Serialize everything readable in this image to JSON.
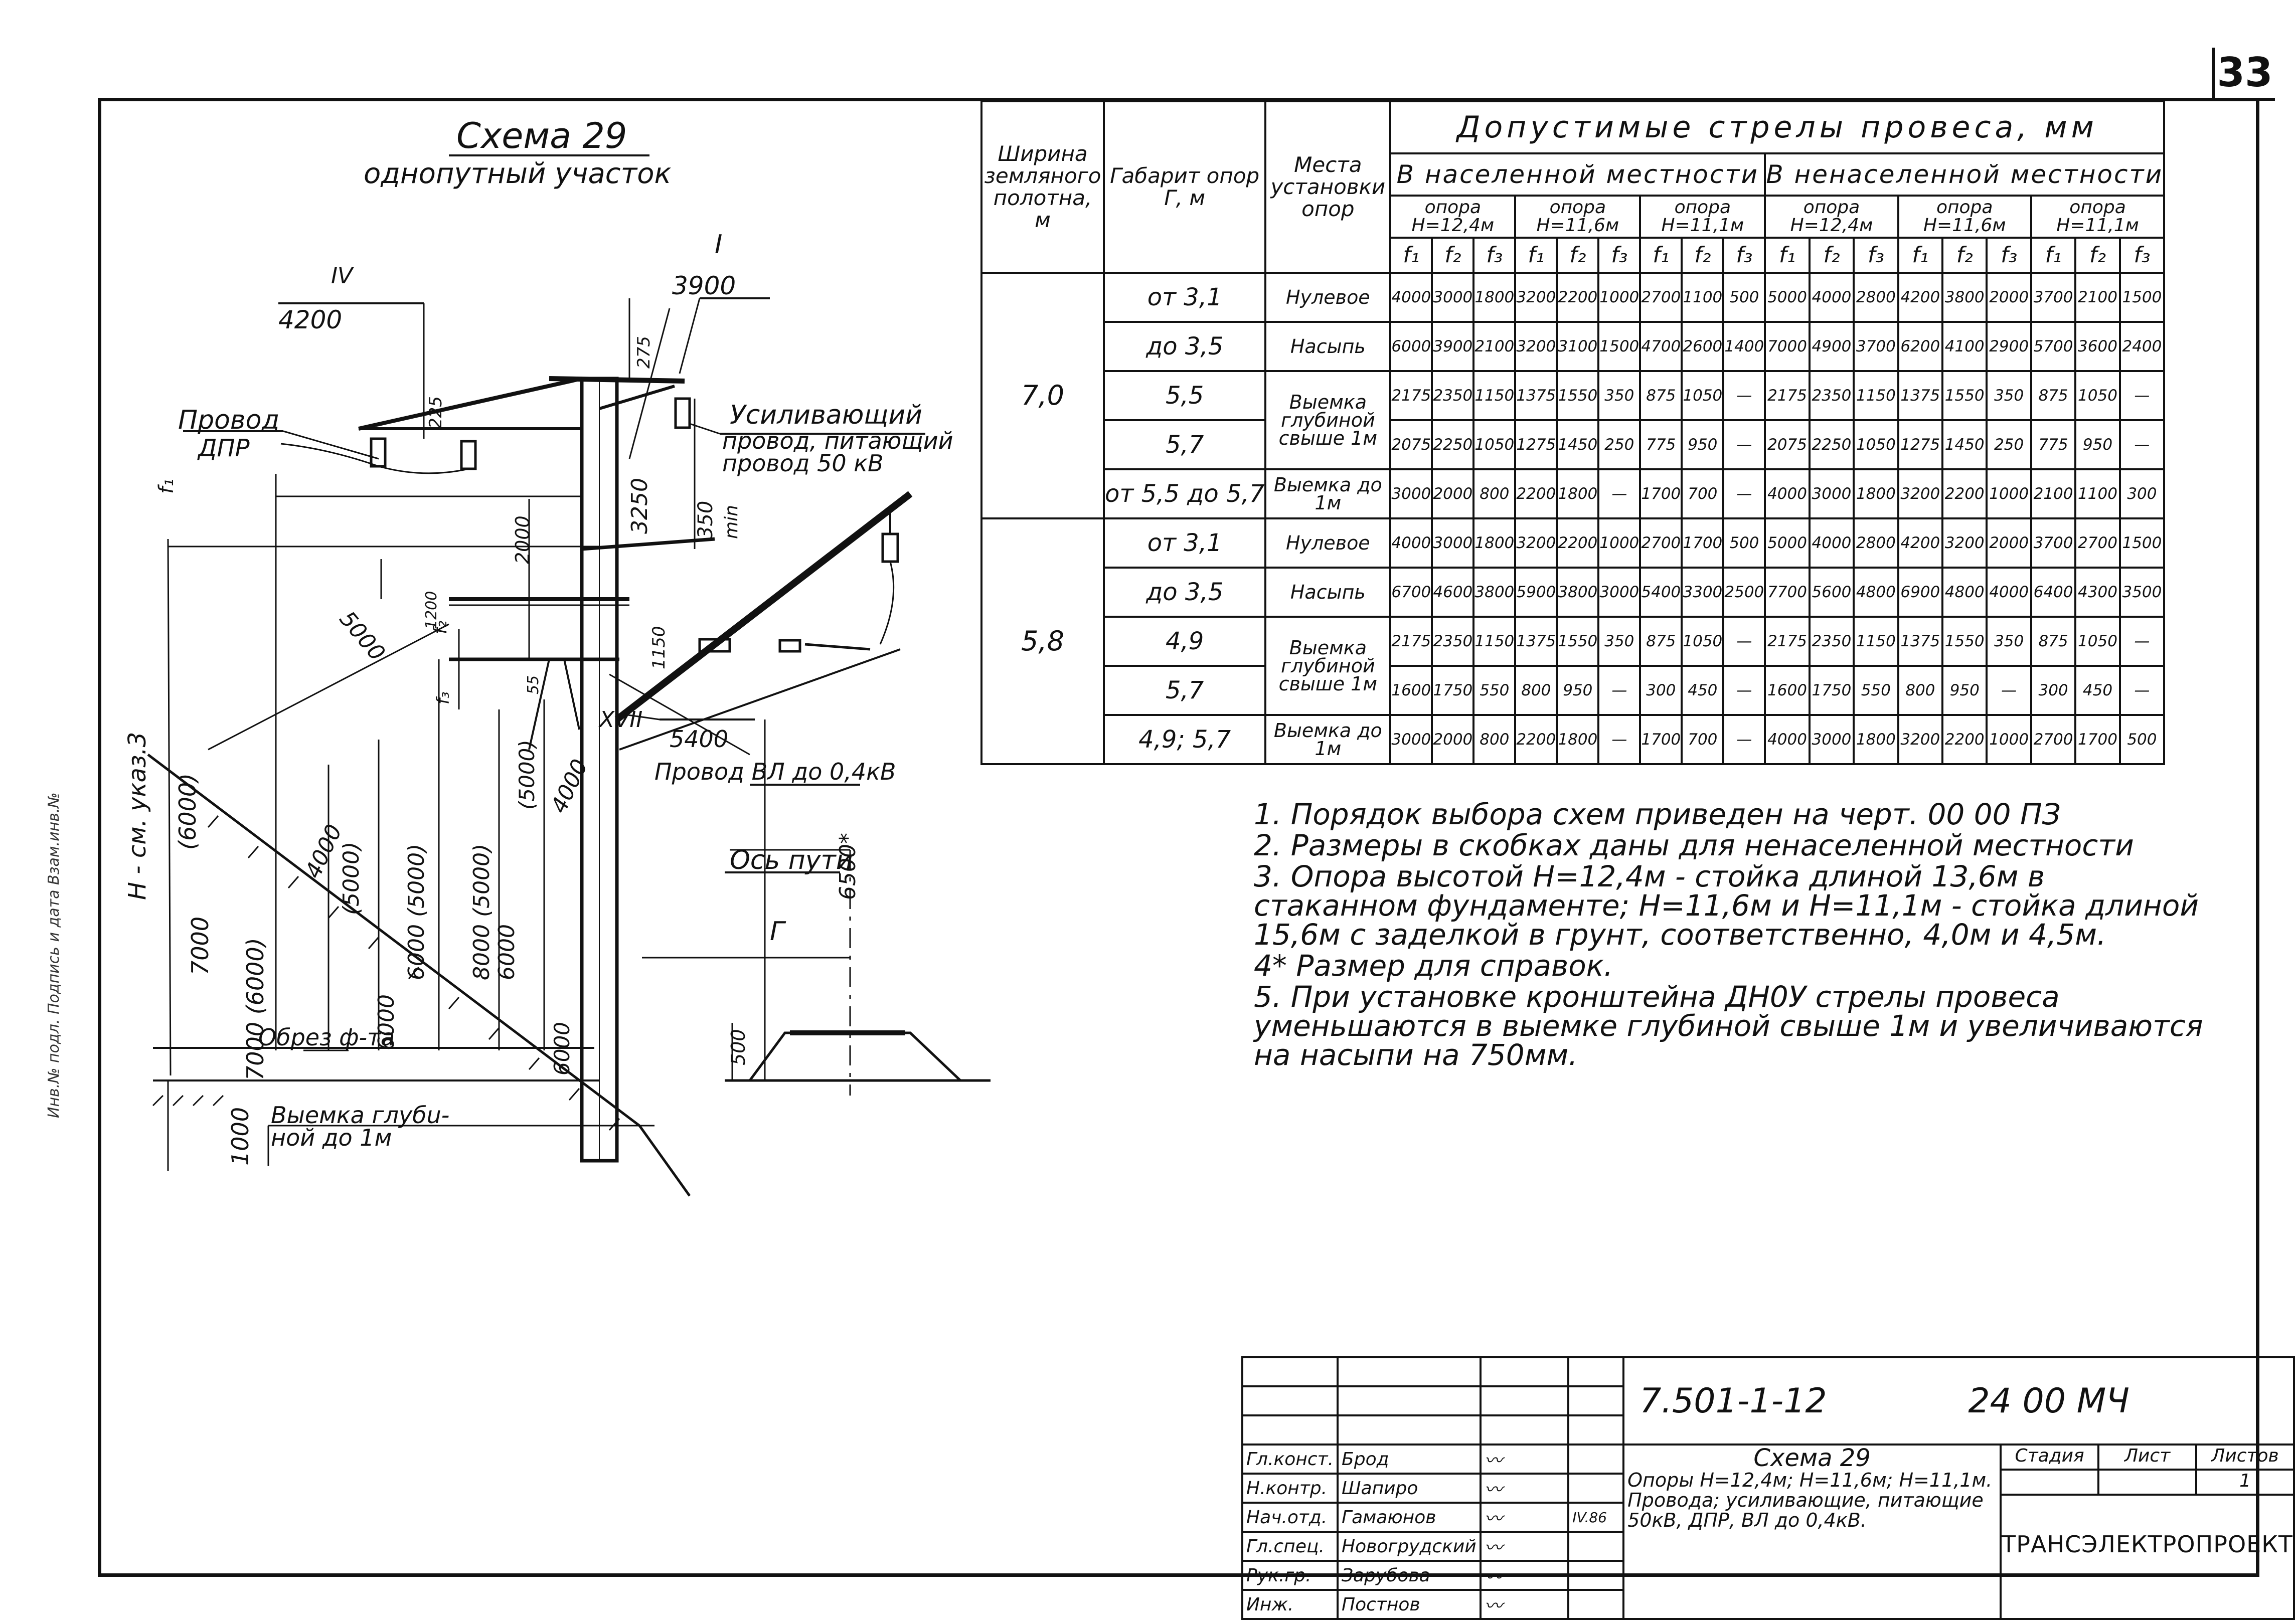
{
  "page_number": "33",
  "scheme": {
    "title": "Схема 29",
    "subtitle": "однопутный участок"
  },
  "drawing": {
    "labels": {
      "I": "I",
      "I_dim": "3900",
      "IV": "IV",
      "IV_dim": "4200",
      "XVII": "XVII",
      "XVII_dim": "5400",
      "provod": "Провод",
      "dpr": "ДПР",
      "usil1": "Усиливающий",
      "usil2": "провод, питающий",
      "usil3": "провод 50 кВ",
      "vl": "Провод ВЛ до 0,4кВ",
      "os_puti": "Ось пути",
      "obrez": "Обрез ф-та",
      "vyemka1": "Выемка глубu-",
      "vyemka2": "ной до 1м",
      "h_label": "H - см. указ.3",
      "f1": "f₁",
      "f2": "f₂",
      "f3": "f₃",
      "gamma": "Г"
    },
    "dims": {
      "d225": "225",
      "d275": "275",
      "d3250": "3250",
      "d350": "350",
      "d_min": "min",
      "d2000": "2000",
      "d1200": "1200",
      "d1150": "1150",
      "d55": "55",
      "d5000": "5000",
      "d6000p": "(6000)",
      "d7000": "7000",
      "d7000b": "7000 (6000)",
      "d4000": "4000",
      "d5000p": "(5000)",
      "d6000a": "6000",
      "d6000_5000": "6000 (5000)",
      "d8000_5000": "8000 (5000)",
      "d5000p2": "(5000)",
      "d4000b": "4000",
      "d6000b": "6000",
      "d6000c": "6000",
      "d6500": "6500*",
      "d500": "500",
      "d1000": "1000"
    }
  },
  "table": {
    "h_width": "Ширина земляного полотна, м",
    "h_gabarit": "Габарит опор Г, м",
    "h_mesto": "Места установки опор",
    "h_title": "Допустимые стрелы провеса, мм",
    "h_nas": "В населенной местности",
    "h_nenas": "В ненаселенной местности",
    "supports": [
      "опора H=12,4м",
      "опора H=11,6м",
      "опора H=11,1м",
      "опора H=12,4м",
      "опора H=11,6м",
      "опора H=11,1м"
    ],
    "f_labels": [
      "f₁",
      "f₂",
      "f₃"
    ],
    "groups": [
      {
        "width": "7,0",
        "rows": [
          {
            "gab": "от 3,1",
            "mesto": "Нулевое",
            "v": [
              "4000",
              "3000",
              "1800",
              "3200",
              "2200",
              "1000",
              "2700",
              "1100",
              "500",
              "5000",
              "4000",
              "2800",
              "4200",
              "3800",
              "2000",
              "3700",
              "2100",
              "1500"
            ]
          },
          {
            "gab": "до 3,5",
            "mesto": "Насыпь",
            "v": [
              "6000",
              "3900",
              "2100",
              "3200",
              "3100",
              "1500",
              "4700",
              "2600",
              "1400",
              "7000",
              "4900",
              "3700",
              "6200",
              "4100",
              "2900",
              "5700",
              "3600",
              "2400"
            ]
          },
          {
            "gab": "5,5",
            "mesto": "Выемка глубиной свыше 1м",
            "v": [
              "2175",
              "2350",
              "1150",
              "1375",
              "1550",
              "350",
              "875",
              "1050",
              "—",
              "2175",
              "2350",
              "1150",
              "1375",
              "1550",
              "350",
              "875",
              "1050",
              "—"
            ]
          },
          {
            "gab": "5,7",
            "mesto": "",
            "v": [
              "2075",
              "2250",
              "1050",
              "1275",
              "1450",
              "250",
              "775",
              "950",
              "—",
              "2075",
              "2250",
              "1050",
              "1275",
              "1450",
              "250",
              "775",
              "950",
              "—"
            ]
          },
          {
            "gab": "от 5,5 до 5,7",
            "mesto": "Выемка до 1м",
            "v": [
              "3000",
              "2000",
              "800",
              "2200",
              "1800",
              "—",
              "1700",
              "700",
              "—",
              "4000",
              "3000",
              "1800",
              "3200",
              "2200",
              "1000",
              "2100",
              "1100",
              "300"
            ]
          }
        ]
      },
      {
        "width": "5,8",
        "rows": [
          {
            "gab": "от 3,1",
            "mesto": "Нулевое",
            "v": [
              "4000",
              "3000",
              "1800",
              "3200",
              "2200",
              "1000",
              "2700",
              "1700",
              "500",
              "5000",
              "4000",
              "2800",
              "4200",
              "3200",
              "2000",
              "3700",
              "2700",
              "1500"
            ]
          },
          {
            "gab": "до 3,5",
            "mesto": "Насыпь",
            "v": [
              "6700",
              "4600",
              "3800",
              "5900",
              "3800",
              "3000",
              "5400",
              "3300",
              "2500",
              "7700",
              "5600",
              "4800",
              "6900",
              "4800",
              "4000",
              "6400",
              "4300",
              "3500"
            ]
          },
          {
            "gab": "4,9",
            "mesto": "Выемка глубиной свыше 1м",
            "v": [
              "2175",
              "2350",
              "1150",
              "1375",
              "1550",
              "350",
              "875",
              "1050",
              "—",
              "2175",
              "2350",
              "1150",
              "1375",
              "1550",
              "350",
              "875",
              "1050",
              "—"
            ]
          },
          {
            "gab": "5,7",
            "mesto": "",
            "v": [
              "1600",
              "1750",
              "550",
              "800",
              "950",
              "—",
              "300",
              "450",
              "—",
              "1600",
              "1750",
              "550",
              "800",
              "950",
              "—",
              "300",
              "450",
              "—"
            ]
          },
          {
            "gab": "4,9; 5,7",
            "mesto": "Выемка до 1м",
            "v": [
              "3000",
              "2000",
              "800",
              "2200",
              "1800",
              "—",
              "1700",
              "700",
              "—",
              "4000",
              "3000",
              "1800",
              "3200",
              "2200",
              "1000",
              "2700",
              "1700",
              "500"
            ]
          }
        ]
      }
    ]
  },
  "notes": [
    "1. Порядок выбора схем приведен на черт. 00 00 ПЗ",
    "2. Размеры в скобках даны для ненаселенной местности",
    "3. Опора высотой H=12,4м - стойка длиной 13,6м в стаканном фундаменте; H=11,6м и H=11,1м - стойка длиной 15,6м с заделкой в грунт, соответственно, 4,0м и 4,5м.",
    "4* Размер для справок.",
    "5. При установке кронштейна ДН0У стрелы провеса уменьшаются в выемке глубиной свыше 1м и увеличиваются на насыпи на 750мм."
  ],
  "title_block": {
    "code": "7.501-1-12",
    "sheet_code": "24 00 МЧ",
    "roles": [
      "Гл.конст.",
      "Н.контр.",
      "Нач.отд.",
      "Гл.спец.",
      "Рук.гр.",
      "Инж."
    ],
    "names": [
      "Брод",
      "Шапиро",
      "Гамаюнов",
      "Новогрудский",
      "Зарубова",
      "Постнов"
    ],
    "date": "IV.86",
    "desc_title": "Схема 29",
    "desc": "Опоры H=12,4м; H=11,6м; H=11,1м. Провода; усиливающие, питающие 50кВ, ДПР, ВЛ до 0,4кВ.",
    "stage": "Стадия",
    "sheet": "Лист",
    "sheets": "Листов",
    "sheets_value": "1",
    "org": "ТРАНСЭЛЕКТРОПРОЕКТ"
  },
  "side_text": "Инв.№ подл.   Подпись и дата   Взам.инв.№"
}
